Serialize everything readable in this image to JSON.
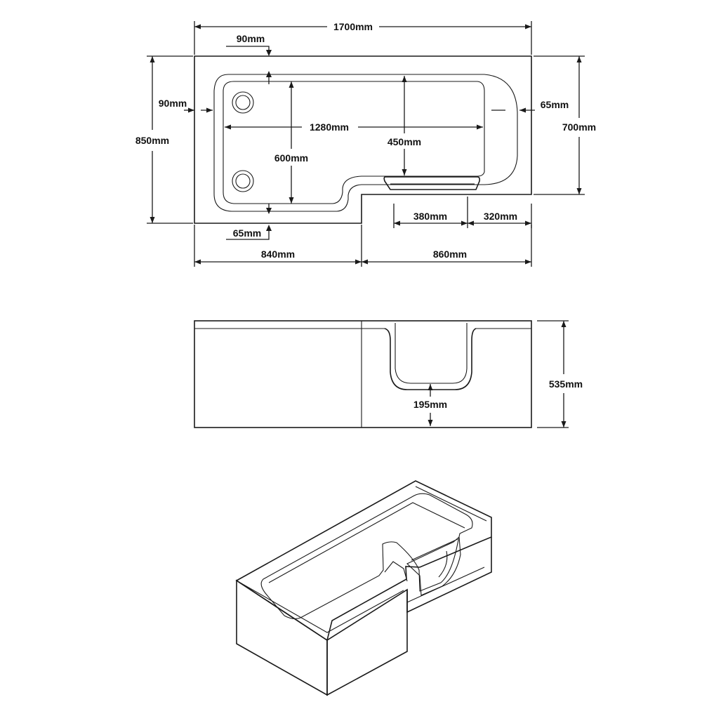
{
  "plan_view": {
    "overall_length": "1700mm",
    "rim_top": "90mm",
    "rim_end": "90mm",
    "inner_length": "1280mm",
    "overall_width": "850mm",
    "inner_width": "600mm",
    "step_depth": "450mm",
    "rim_right": "65mm",
    "narrow_width": "700mm",
    "door_width": "380mm",
    "door_offset": "320mm",
    "rim_bottom": "65mm",
    "wide_section": "840mm",
    "narrow_section": "860mm"
  },
  "side_view": {
    "height": "535mm",
    "step_height": "195mm"
  }
}
